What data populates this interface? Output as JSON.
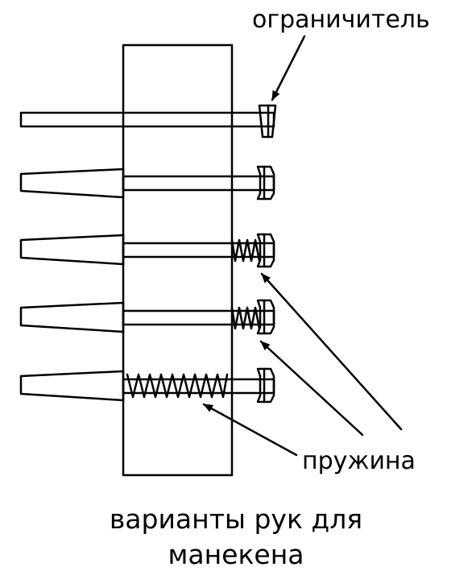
{
  "labels": {
    "limiter": "ограничитель",
    "spring": "пружина"
  },
  "caption": {
    "line1": "варианты рук для",
    "line2": "манекена"
  },
  "colors": {
    "stroke": "#000000",
    "background": "#ffffff"
  }
}
